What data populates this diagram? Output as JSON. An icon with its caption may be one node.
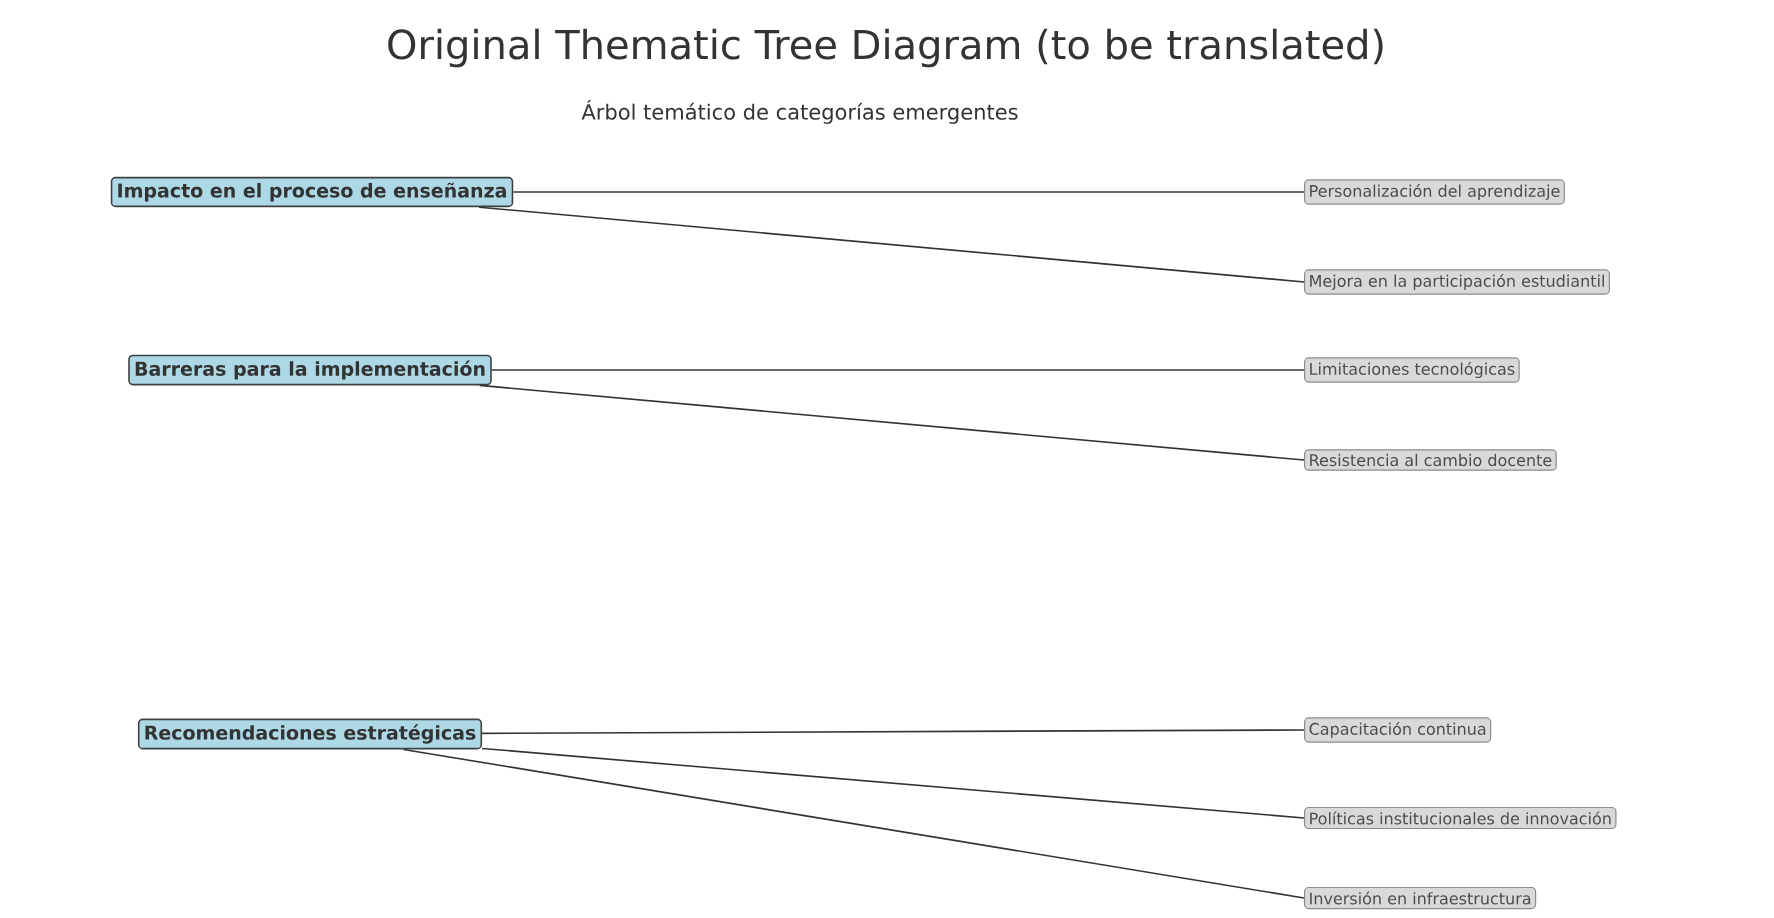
{
  "diagram": {
    "title": "Original Thematic Tree Diagram (to be translated)",
    "nodes": [
      {
        "text": [
          "Impacto en el proceso de enseñanza"
        ]
      },
      {
        "text": [
          "Barreras para la implementación"
        ]
      },
      {
        "text": [
          "Recomendaciones estratégicas"
        ]
      },
      {
        "text": [
          "Personalización del aprendizaje"
        ]
      },
      {
        "text": [
          "Mejora en la participación estudiantil"
        ]
      },
      {
        "text": [
          "Limitaciones tecnológicas"
        ]
      },
      {
        "text": [
          "Resistencia al cambio docente"
        ]
      },
      {
        "text": [
          "Capacitación continua"
        ]
      },
      {
        "text": [
          "Políticas institucionales de innovación"
        ]
      },
      {
        "text": [
          "Inversión en infraestructura"
        ]
      }
    ],
    "edges": [
      {
        "from": 0,
        "to": 3,
        "arrow": "none"
      },
      {
        "from": 0,
        "to": 4,
        "arrow": "none"
      },
      {
        "from": 1,
        "to": 5,
        "arrow": "none"
      },
      {
        "from": 1,
        "to": 6,
        "arrow": "none"
      },
      {
        "from": 2,
        "to": 7,
        "arrow": "none"
      },
      {
        "from": 2,
        "to": 8,
        "arrow": "none"
      },
      {
        "from": 2,
        "to": 9,
        "arrow": "none"
      }
    ],
    "labels": [
      "Árbol temático de categorías emergentes"
    ]
  }
}
